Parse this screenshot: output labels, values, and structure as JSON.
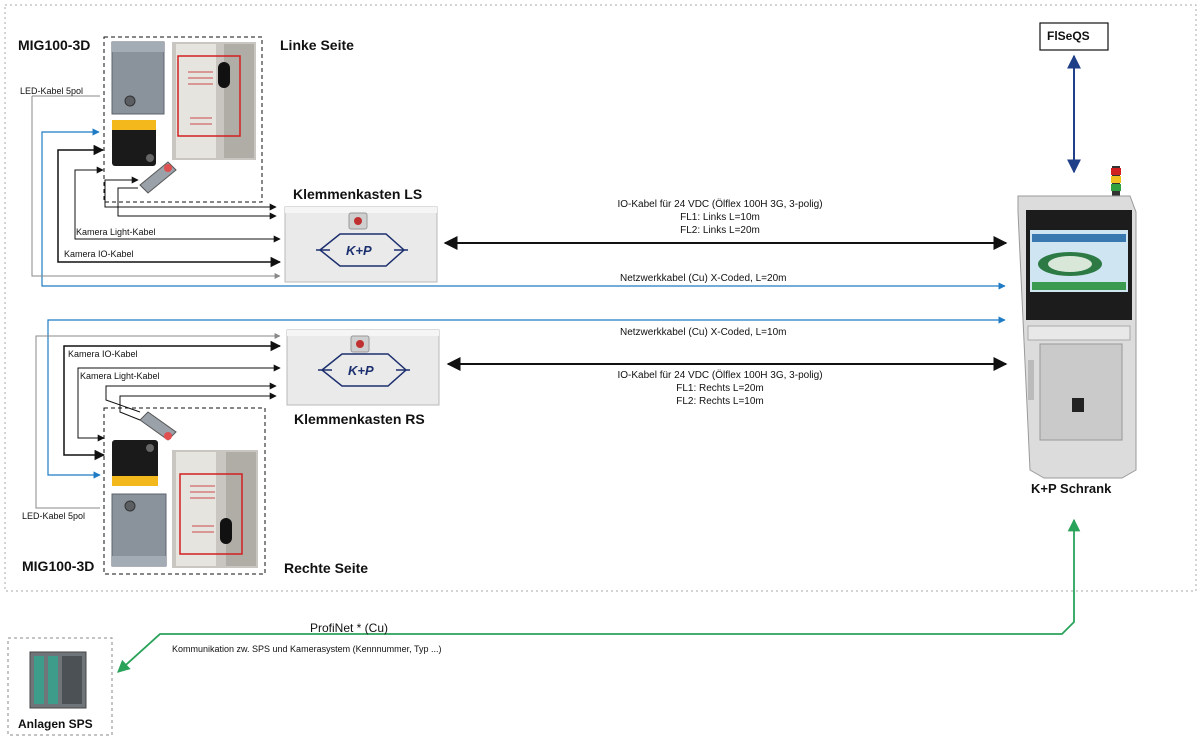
{
  "title_left_top": "MIG100-3D",
  "title_left_top_side": "Linke Seite",
  "title_left_bottom": "MIG100-3D",
  "title_left_bottom_side": "Rechte Seite",
  "fiseqs": "FlSeQS",
  "cabinet_label": "K+P Schrank",
  "plc_label": "Anlagen SPS",
  "logo_text": "K+P",
  "box_ls": {
    "title": "Klemmenkasten LS"
  },
  "box_rs": {
    "title": "Klemmenkasten RS"
  },
  "cables_top": {
    "led": "LED-Kabel 5pol",
    "light": "Kamera Light-Kabel",
    "io": "Kamera IO-Kabel"
  },
  "cables_bottom": {
    "io": "Kamera IO-Kabel",
    "light": "Kamera Light-Kabel",
    "led": "LED-Kabel 5pol"
  },
  "io_ls": {
    "line1": "IO-Kabel für 24 VDC (Ölflex 100H 3G, 3-polig)",
    "line2": "FL1: Links L=10m",
    "line3": "FL2: Links L=20m"
  },
  "net_ls": "Netzwerkkabel (Cu) X-Coded,  L=20m",
  "net_rs": "Netzwerkkabel (Cu) X-Coded,  L=10m",
  "io_rs": {
    "line1": "IO-Kabel für 24 VDC (Ölflex 100H 3G, 3-polig)",
    "line2": "FL1: Rechts L=20m",
    "line3": "FL2: Rechts L=10m"
  },
  "profinet": {
    "title": "ProfiNet *  (Cu)",
    "desc": "Kommunikation zw. SPS und Kamerasystem (Kennnummer, Typ ...)"
  },
  "colors": {
    "network": "#1f7bc4",
    "fiseqs_link": "#1f3f88",
    "profinet": "#2aa35a",
    "cable": "#222222",
    "led_cable": "#888888",
    "camera_yellow": "#f2b81c"
  }
}
